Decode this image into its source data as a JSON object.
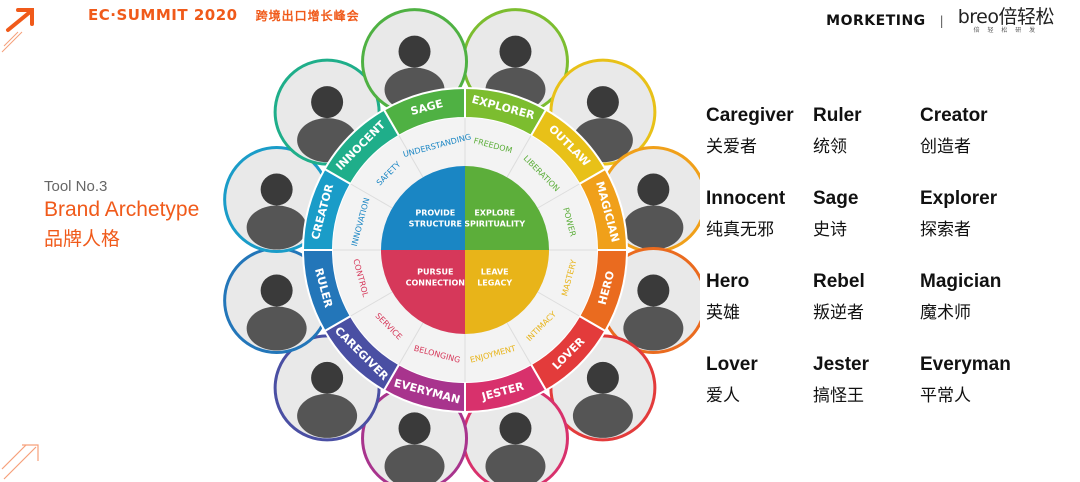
{
  "header": {
    "event": "EC·SUMMIT 2020",
    "subtitle": "跨境出口增长峰会"
  },
  "brands": {
    "marketing": "MORKETING",
    "separator": "|",
    "breo": "breo倍轻松",
    "breo_small": "倍 轻 松 研 发"
  },
  "tool": {
    "number": "Tool No.3",
    "title_en": "Brand Archetype",
    "title_zh": "品牌人格"
  },
  "wheel": {
    "quadrants": [
      {
        "label_line1": "EXPLORE",
        "label_line2": "SPIRITUALITY",
        "color": "#5cae3a"
      },
      {
        "label_line1": "LEAVE",
        "label_line2": "LEGACY",
        "color": "#e8b419"
      },
      {
        "label_line1": "PURSUE",
        "label_line2": "CONNECTION",
        "color": "#d6385a"
      },
      {
        "label_line1": "PROVIDE",
        "label_line2": "STRUCTURE",
        "color": "#1a86c4"
      }
    ],
    "motivations": [
      "FREEDOM",
      "LIBERATION",
      "POWER",
      "MASTERY",
      "INTIMACY",
      "ENJOYMENT",
      "BELONGING",
      "SERVICE",
      "CONTROL",
      "INNOVATION",
      "SAFETY",
      "UNDERSTANDING"
    ],
    "archetypes": [
      {
        "label": "EXPLORER",
        "color": "#7cbd2f"
      },
      {
        "label": "OUTLAW",
        "color": "#e8c118"
      },
      {
        "label": "MAGICIAN",
        "color": "#f0a01a"
      },
      {
        "label": "HERO",
        "color": "#ea6b1f"
      },
      {
        "label": "LOVER",
        "color": "#e33b3b"
      },
      {
        "label": "JESTER",
        "color": "#d8316c"
      },
      {
        "label": "EVERYMAN",
        "color": "#a8348d"
      },
      {
        "label": "CAREGIVER",
        "color": "#4a4fa3"
      },
      {
        "label": "RULER",
        "color": "#2376b9"
      },
      {
        "label": "CREATOR",
        "color": "#1a9cc8"
      },
      {
        "label": "INNOCENT",
        "color": "#1fae8a"
      },
      {
        "label": "SAGE",
        "color": "#4fb143"
      }
    ]
  },
  "archetype_list": [
    {
      "en": "Caregiver",
      "zh": "关爱者"
    },
    {
      "en": "Ruler",
      "zh": "统领"
    },
    {
      "en": "Creator",
      "zh": "创造者"
    },
    {
      "en": "Innocent",
      "zh": "纯真无邪"
    },
    {
      "en": "Sage",
      "zh": "史诗"
    },
    {
      "en": "Explorer",
      "zh": "探索者"
    },
    {
      "en": "Hero",
      "zh": "英雄"
    },
    {
      "en": "Rebel",
      "zh": "叛逆者"
    },
    {
      "en": "Magician",
      "zh": "魔术师"
    },
    {
      "en": "Lover",
      "zh": "爱人"
    },
    {
      "en": "Jester",
      "zh": "搞怪王"
    },
    {
      "en": "Everyman",
      "zh": "平常人"
    }
  ],
  "icons": [
    "arrow-logo-icon",
    "corner-arrow-icon",
    "portrait-photo-icon"
  ]
}
